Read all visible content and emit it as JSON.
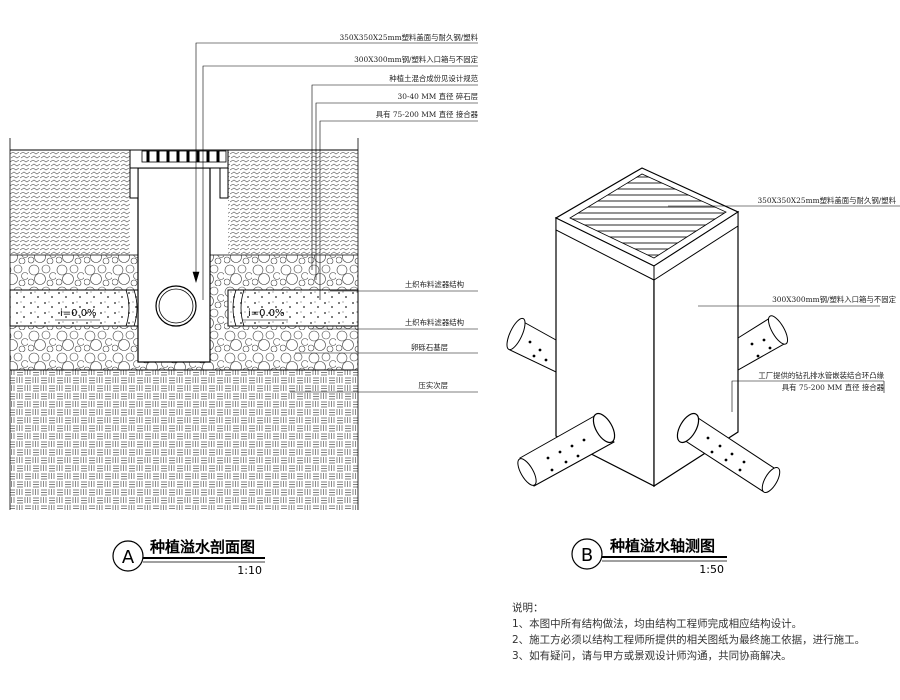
{
  "section_a": {
    "badge": "A",
    "title": "种植溢水剖面图",
    "scale": "1:10",
    "slope_left": "i=0.0%",
    "slope_right": "i=0.0%",
    "callouts": [
      "350X350X25mm塑料盖面与耐久钢/塑料",
      "300X300mm钢/塑料入口箱与不固定",
      "种植土混合成份见设计规范",
      "30-40 MM 直径 碎石层",
      "具有 75-200 MM 直径 接合器",
      "土织布料滤器结构",
      "土织布料滤器结构",
      "卵砾石基层",
      "压实次层"
    ]
  },
  "section_b": {
    "badge": "B",
    "title": "种植溢水轴测图",
    "scale": "1:50",
    "callouts": [
      "350X350X25mm塑料盖面与耐久钢/塑料",
      "300X300mm钢/塑料入口箱与不固定",
      "工厂提供的钻孔排水管嵌装结合环凸缘",
      "具有 75-200 MM 直径 接合器"
    ]
  },
  "notes": {
    "heading": "说明：",
    "items": [
      "1、本图中所有结构做法，均由结构工程师完成相应结构设计。",
      "2、施工方必须以结构工程师所提供的相关图纸为最终施工依据，进行施工。",
      "3、如有疑问，请与甲方或景观设计师沟通，共同协商解决。"
    ]
  }
}
